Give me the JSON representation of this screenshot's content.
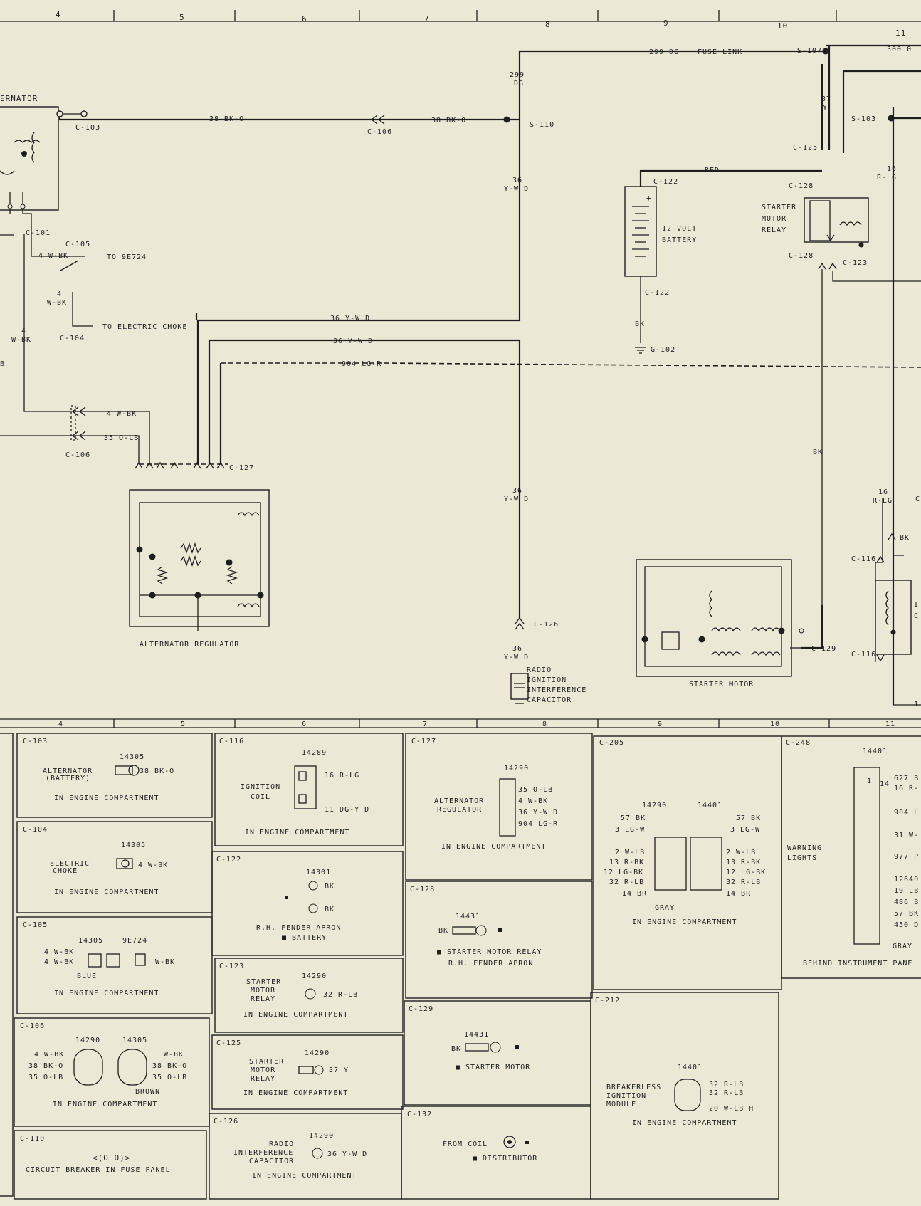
{
  "ruler_top": [
    "4",
    "5",
    "6",
    "7",
    "8",
    "9",
    "10",
    "11"
  ],
  "ruler_bottom": [
    "4",
    "5",
    "6",
    "7",
    "8",
    "9",
    "10",
    "11"
  ],
  "diagram": {
    "alternator": "ERNATOR",
    "c103": "C-103",
    "w38_1": "38 BK-O",
    "c106_top": "C-106",
    "w38_2": "38 BK-O",
    "s110": "S-110",
    "w299a": "299",
    "w299b": "DG",
    "w299_link": "299 DG",
    "fuse_link": "FUSE LINK",
    "s107": "S-107",
    "w300": "300 0",
    "w37a": "37",
    "w37b": "Y",
    "s103": "S-103",
    "c125": "C-125",
    "red": "RED",
    "c122a": "C-122",
    "c128a": "C-128",
    "w16a": "16",
    "w16b": "R-LG",
    "starter_relay": [
      "STARTER",
      "MOTOR",
      "RELAY"
    ],
    "battery": [
      "12 VOLT",
      "BATTERY"
    ],
    "c128b": "C-128",
    "c123": "C-123",
    "c122b": "C-122",
    "bk1": "BK",
    "g102": "G-102",
    "w36a": "36",
    "w36b": "Y-W D",
    "c101": "C-101",
    "c105": "C-105",
    "w4bk_to": "4 W-BK",
    "to9e724": "TO 9E724",
    "w4a": "4",
    "w4b": "W-BK",
    "to_choke": "TO ELECTRIC CHOKE",
    "c104": "C-104",
    "w4c": "4",
    "w4d": "W-BK",
    "b_left": "B",
    "w36_1": "36 Y-W D",
    "w36_2": "36 Y-W D",
    "w904": "904 LG-R",
    "w4bk": "4 W-BK",
    "w35": "35 O-LB",
    "c106": "C-106",
    "c127": "C-127",
    "regulator": "ALTERNATOR REGULATOR",
    "w36c": "36",
    "w36d": "Y-W D",
    "c126": "C-126",
    "w36e": "36",
    "w36f": "Y-W D",
    "capacitor": [
      "RADIO",
      "IGNITION",
      "INTERFERENCE",
      "CAPACITOR"
    ],
    "bk2": "BK",
    "w16c": "16",
    "w16d": "R-LG",
    "bk3": "BK",
    "c116a": "C-116",
    "c116b": "C-116",
    "c129": "C-129",
    "starter_motor": "STARTER MOTOR",
    "ic_a": "I",
    "ic_b": "C",
    "c_right": "C",
    "one": "1"
  },
  "connectors": {
    "c103": {
      "id": "C-103",
      "part": "14305",
      "lines": [
        "ALTERNATOR",
        "(BATTERY)"
      ],
      "wire": "38 BK-O",
      "loc": "IN ENGINE COMPARTMENT"
    },
    "c104": {
      "id": "C-104",
      "part": "14305",
      "lines": [
        "ELECTRIC",
        "CHOKE"
      ],
      "wire": "4 W-BK",
      "loc": "IN ENGINE COMPARTMENT"
    },
    "c105": {
      "id": "C-105",
      "part": "14305",
      "part2": "9E724",
      "w1": "4 W-BK",
      "w2": "4 W-BK",
      "w3": "W-BK",
      "color": "BLUE",
      "loc": "IN ENGINE COMPARTMENT"
    },
    "c106": {
      "id": "C-106",
      "part": "14290",
      "part2": "14305",
      "w": [
        "4 W-BK",
        "38 BK-O",
        "35 O-LB"
      ],
      "wr": [
        "W-BK",
        "38 BK-O",
        "35 O-LB"
      ],
      "color": "BROWN",
      "loc": "IN ENGINE COMPARTMENT"
    },
    "c110": {
      "id": "C-110",
      "loc": "CIRCUIT BREAKER IN FUSE PANEL"
    },
    "c116": {
      "id": "C-116",
      "part": "14289",
      "lines": [
        "IGNITION",
        "COIL"
      ],
      "w1": "16 R-LG",
      "w2": "11 DG-Y D",
      "loc": "IN ENGINE COMPARTMENT"
    },
    "c122": {
      "id": "C-122",
      "part": "14301",
      "w1": "BK",
      "w2": "BK",
      "loc": "R.H. FENDER APRON",
      "note": "■ BATTERY"
    },
    "c123": {
      "id": "C-123",
      "part": "14290",
      "lines": [
        "STARTER",
        "MOTOR",
        "RELAY"
      ],
      "wire": "32 R-LB",
      "loc": "IN ENGINE COMPARTMENT"
    },
    "c125": {
      "id": "C-125",
      "part": "14290",
      "lines": [
        "STARTER",
        "MOTOR",
        "RELAY"
      ],
      "wire": "37 Y",
      "loc": "IN ENGINE COMPARTMENT"
    },
    "c126": {
      "id": "C-126",
      "part": "14290",
      "lines": [
        "RADIO",
        "INTERFERENCE",
        "CAPACITOR"
      ],
      "wire": "36 Y-W D",
      "loc": "IN ENGINE COMPARTMENT"
    },
    "c127": {
      "id": "C-127",
      "part": "14290",
      "lines": [
        "ALTERNATOR",
        "REGULATOR"
      ],
      "w": [
        "35 O-LB",
        "4 W-BK",
        "36 Y-W D",
        "904 LG-R"
      ],
      "loc": "IN ENGINE COMPARTMENT"
    },
    "c128": {
      "id": "C-128",
      "part": "14431",
      "wire": "BK",
      "note1": "■ STARTER MOTOR RELAY",
      "note2": "R.H. FENDER APRON"
    },
    "c129": {
      "id": "C-129",
      "part": "14431",
      "wire": "BK",
      "note": "■ STARTER MOTOR"
    },
    "c132": {
      "id": "C-132",
      "from": "FROM COIL",
      "note": "■ DISTRIBUTOR"
    },
    "c205": {
      "id": "C-205",
      "part": "14290",
      "part2": "14401",
      "wl": [
        "57 BK",
        "3 LG-W",
        "2 W-LB",
        "13 R-BK",
        "12 LG-BK",
        "32 R-LB",
        "14 BR"
      ],
      "wr": [
        "57 BK",
        "3 LG-W",
        "2 W-LB",
        "13 R-BK",
        "12 LG-BK",
        "32 R-LB",
        "14 BR"
      ],
      "color": "GRAY",
      "loc": "IN ENGINE COMPARTMENT"
    },
    "c212": {
      "id": "C-212",
      "part": "14401",
      "lines": [
        "BREAKERLESS",
        "IGNITION",
        "MODULE"
      ],
      "w": [
        "32 R-LB",
        "32 R-LB",
        "20 W-LB H"
      ],
      "loc": "IN ENGINE COMPARTMENT"
    },
    "c248": {
      "id": "C-248",
      "part": "14401",
      "label": [
        "WARNING",
        "LIGHTS"
      ],
      "w": [
        "627 B",
        "16 R-",
        "904 L",
        "31 W-",
        "977 P",
        "12640",
        "19 LB",
        "486 B",
        "57 BK",
        "450 D"
      ],
      "pin": "14",
      "pin2": "1",
      "color": "GRAY",
      "loc": "BEHIND INSTRUMENT PANE"
    }
  }
}
